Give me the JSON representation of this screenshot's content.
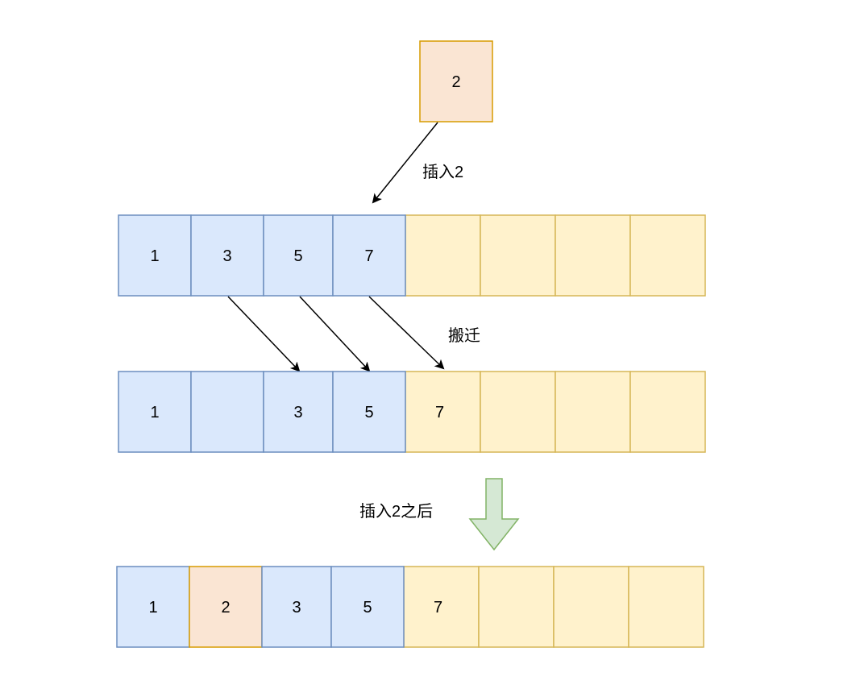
{
  "colors": {
    "blue_fill": "#dae8fc",
    "blue_stroke": "#6c8ebf",
    "yellow_fill": "#fff2cc",
    "yellow_stroke": "#d6b656",
    "orange_fill": "#fae5d3",
    "orange_stroke": "#d79b00",
    "green_fill": "#d5e8d4",
    "green_stroke": "#82b366",
    "arrow": "#000000"
  },
  "new_element": {
    "value": "2"
  },
  "labels": {
    "insert": "插入2",
    "move": "搬迁",
    "after_insert": "插入2之后"
  },
  "rows": {
    "original": [
      "1",
      "3",
      "5",
      "7",
      "",
      "",
      "",
      ""
    ],
    "shifting": [
      "1",
      "",
      "3",
      "5",
      "7",
      "",
      "",
      ""
    ],
    "result": [
      "1",
      "2",
      "3",
      "5",
      "7",
      "",
      "",
      ""
    ]
  }
}
